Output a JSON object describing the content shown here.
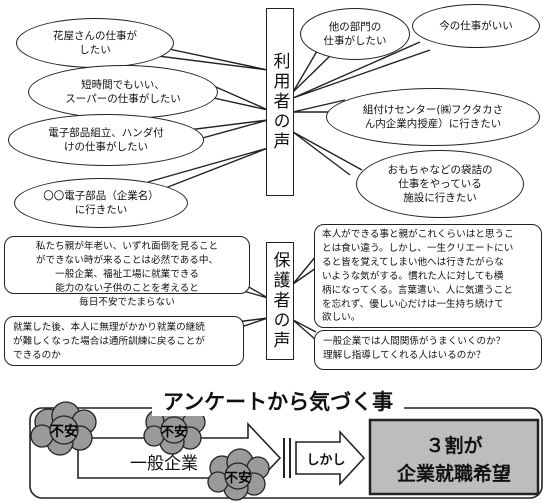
{
  "user_label": "利用者の声",
  "user_voices": [
    "花屋さんの仕事が\nしたい",
    "短時間でもいい、\nスーパーの仕事がしたい",
    "電子部品組立、ハンダ付\nけの仕事がしたい",
    "〇〇電子部品（企業名）\nに行きたい",
    "他の部門の\n仕事がしたい",
    "今の仕事がいい",
    "組付けセンター(㈱フクタカさ\nん内企業内授産）に行きたい",
    "おもちゃなどの袋詰の\n仕事をやっている\n施設に行きたい"
  ],
  "guardian_label": "保護者の声",
  "guardian_voices": [
    "私たち親が年老い、いずれ面倒を見ること\nができない時が来ることは必然である中、\n一般企業、福祉工場に就業できる\n能力のない子供のことを考えると\n毎日不安でたまらない",
    "就業した後、本人に無理がかかり就業の継続\nが難しくなった場合は通所訓練に戻ることが\nできるのか",
    "本人ができる事と親がこれくらいはと思うこ\nとは食い違う。しかし、一生クリエートにい\nると皆を覚えてしまい他へは行きたがらな\nいような気がする。慣れた人に対しても横\n柄になってくる。言葉遣い、人に気遣うこと\nを忘れず、優しい心だけは一生持ち続けて\n欲しい。",
    "一般企業では人間関係がうまくいくのか？\n理解し指導してくれる人はいるのか？"
  ],
  "summary": {
    "title": "アンケートから気づく事",
    "anxiety": "不安",
    "company": "一般企業",
    "however": "しかし",
    "result_line1": "３割が",
    "result_line2": "企業就職希望"
  }
}
